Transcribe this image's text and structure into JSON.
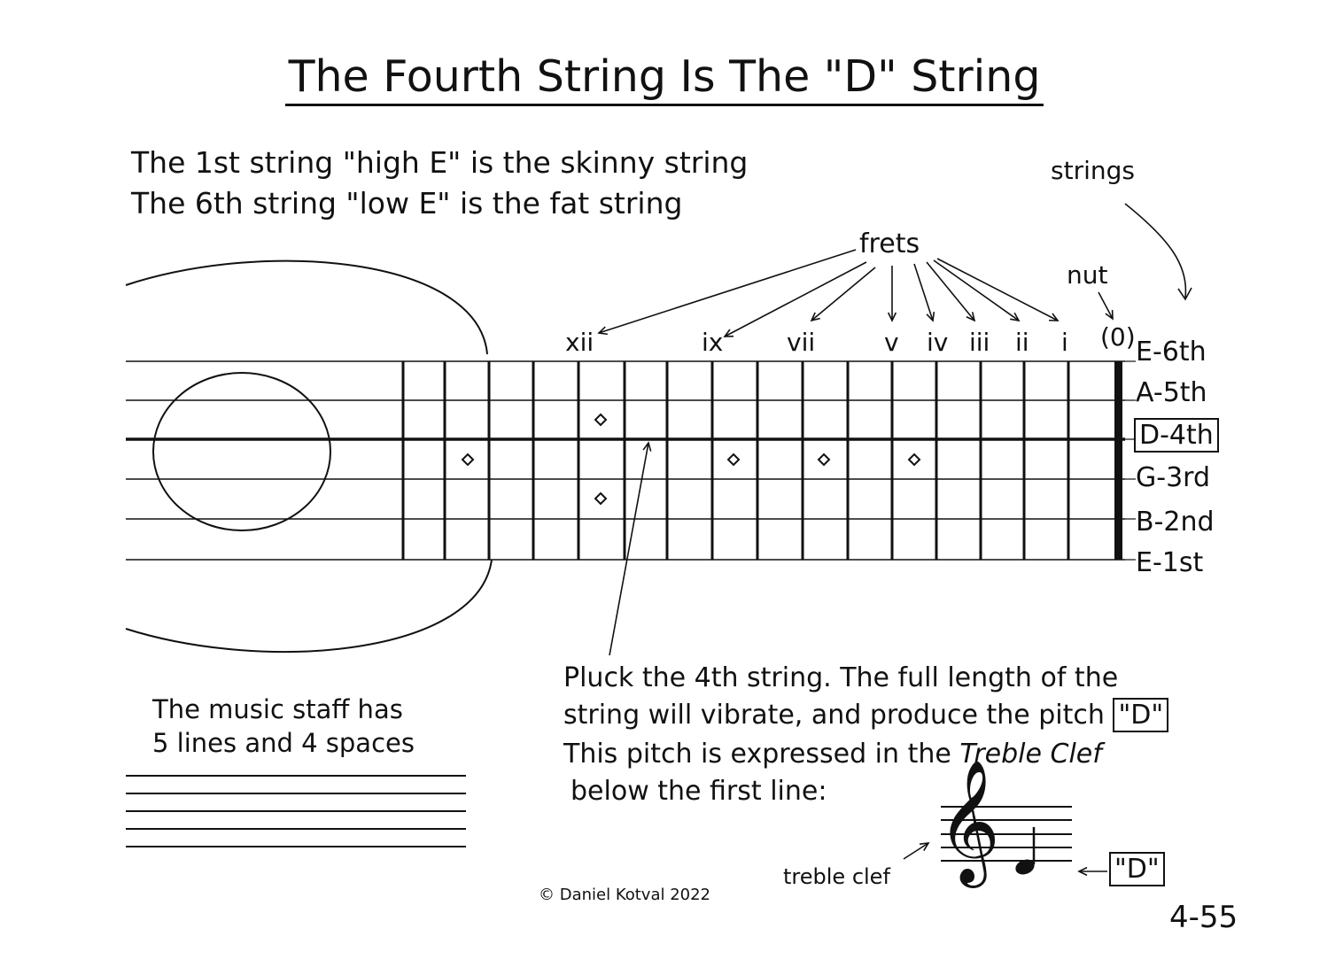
{
  "title": "The Fourth String Is The \"D\" String",
  "intro": {
    "line1": "The 1st string \"high E\" is the skinny string",
    "line2": "The 6th string \"low E\" is the fat string"
  },
  "labels": {
    "strings": "strings",
    "frets": "frets",
    "nut": "nut",
    "open": "(0)"
  },
  "fret_numerals": [
    "xii",
    "ix",
    "vii",
    "v",
    "iv",
    "iii",
    "ii",
    "i"
  ],
  "string_labels": [
    {
      "name": "E",
      "ordinal": "6th",
      "text": "E-6th"
    },
    {
      "name": "A",
      "ordinal": "5th",
      "text": "A-5th"
    },
    {
      "name": "D",
      "ordinal": "4th",
      "text": "D-4th",
      "highlighted": true
    },
    {
      "name": "G",
      "ordinal": "3rd",
      "text": "G-3rd"
    },
    {
      "name": "B",
      "ordinal": "2nd",
      "text": "B-2nd"
    },
    {
      "name": "E",
      "ordinal": "1st",
      "text": "E-1st"
    }
  ],
  "staff_note": {
    "line1": "The music staff has",
    "line2": "5 lines and 4 spaces"
  },
  "pluck": {
    "line1": "Pluck the 4th string. The full length of the",
    "line2": "string will vibrate, and produce the pitch",
    "line2_boxed": "\"D\"",
    "line3_pre": "This pitch is expressed in the ",
    "line3_italic": "Treble Clef",
    "line4": "below the first line:"
  },
  "treble_clef_label": "treble clef",
  "note_label": "\"D\"",
  "clef_symbol": "𝄞",
  "copyright": "© Daniel Kotval 2022",
  "page_number": "4-55"
}
